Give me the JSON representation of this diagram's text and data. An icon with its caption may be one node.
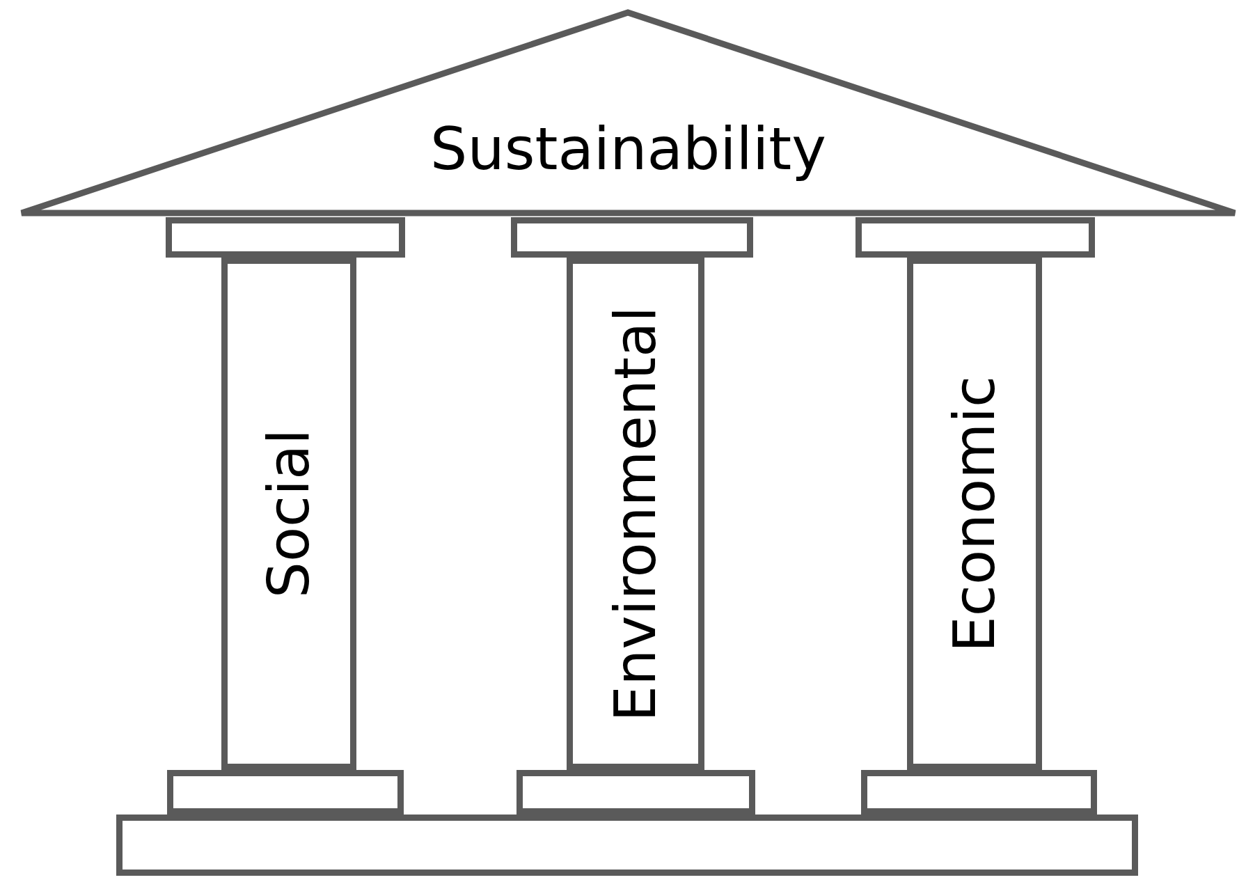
{
  "diagram": {
    "nodes": [
      {
        "text": [
          "Sustainability"
        ]
      },
      {
        "text": [],
        "shape": "bar"
      },
      {
        "text": [],
        "shape": "bar"
      },
      {
        "text": [],
        "shape": "bar"
      },
      {
        "text": [
          "Social"
        ]
      },
      {
        "text": [
          "Environmental"
        ]
      },
      {
        "text": [
          "Economic"
        ]
      },
      {
        "text": [],
        "shape": "bar"
      },
      {
        "text": [],
        "shape": "bar"
      },
      {
        "text": [],
        "shape": "bar"
      },
      {
        "text": [],
        "shape": "bar"
      }
    ]
  }
}
